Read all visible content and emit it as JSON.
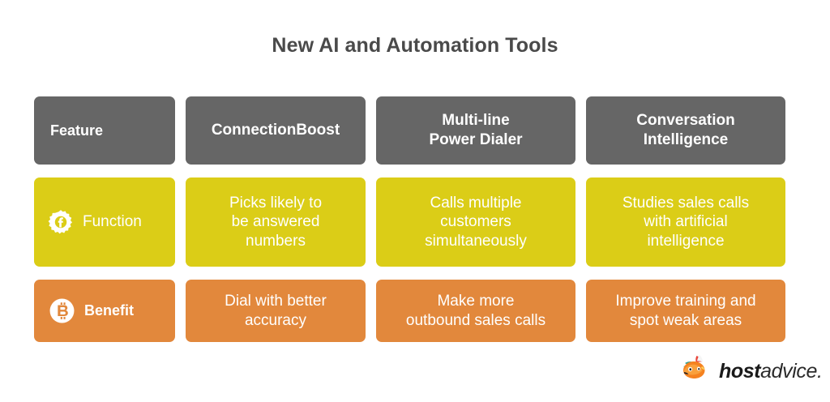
{
  "page": {
    "title": "New AI and Automation Tools",
    "background_color": "#ffffff"
  },
  "colors": {
    "header_gray": "#666666",
    "function_yellow": "#dbcd17",
    "benefit_orange": "#e2883c",
    "title_text": "#4a4a4a",
    "cell_text": "#ffffff"
  },
  "table": {
    "headers": [
      {
        "label": "Feature",
        "align": "left"
      },
      {
        "label": "ConnectionBoost",
        "align": "center"
      },
      {
        "label": "Multi-line\nPower Dialer",
        "align": "center"
      },
      {
        "label": "Conversation\nIntelligence",
        "align": "center"
      }
    ],
    "rows": [
      {
        "label": "Function",
        "icon": "gear-f-icon",
        "style": "yellow",
        "cells": [
          "Picks likely to\nbe answered\nnumbers",
          "Calls multiple\ncustomers\nsimultaneously",
          "Studies sales calls\nwith artificial\nintelligence"
        ]
      },
      {
        "label": "Benefit",
        "icon": "bitcoin-b-circle-icon",
        "style": "orange",
        "cells": [
          "Dial with better\naccuracy",
          "Make more\noutbound sales calls",
          "Improve training and\nspot weak areas"
        ]
      }
    ]
  },
  "logo": {
    "mark": "fox-mascot-icon",
    "text_bold": "host",
    "text_light": "advice."
  }
}
